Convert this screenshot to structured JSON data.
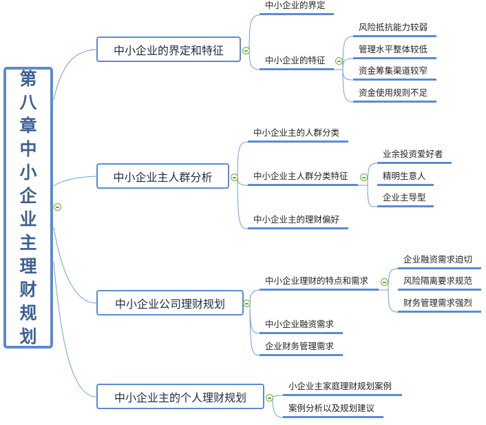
{
  "root": {
    "title_chars": [
      "第",
      "八",
      "章",
      "中",
      "小",
      "企",
      "业",
      "主",
      "理",
      "财",
      "规",
      "划"
    ]
  },
  "branches": [
    {
      "label": "中小企业的界定和特征",
      "children": [
        {
          "label": "中小企业的界定"
        },
        {
          "label": "中小企业的特征",
          "children": [
            "风险抵抗能力较弱",
            "管理水平整体较低",
            "资金筹集渠道较窄",
            "资金使用规则不足"
          ]
        }
      ]
    },
    {
      "label": "中小企业主人群分析",
      "children": [
        {
          "label": "中小企业主的人群分类"
        },
        {
          "label": "中小企业主人群分类特征",
          "children": [
            "业余投资爱好者",
            "精明生意人",
            "企业主导型"
          ]
        },
        {
          "label": "中小企业主的理财偏好"
        }
      ]
    },
    {
      "label": "中小企业公司理财规划",
      "children": [
        {
          "label": "中小企业理财的特点和需求",
          "children": [
            "企业融资需求迫切",
            "风险隔离要求规范",
            "财务管理需求强烈"
          ]
        },
        {
          "label": "中小企业融资需求"
        },
        {
          "label": "企业财务管理需求"
        }
      ]
    },
    {
      "label": "中小企业主的个人理财规划",
      "children": [
        {
          "label": "小企业主家庭理财规划案例"
        },
        {
          "label": "案例分析以及规划建议"
        }
      ]
    }
  ],
  "colors": {
    "accent": "#5a8ad4",
    "toggle": "#6aaa2a"
  }
}
